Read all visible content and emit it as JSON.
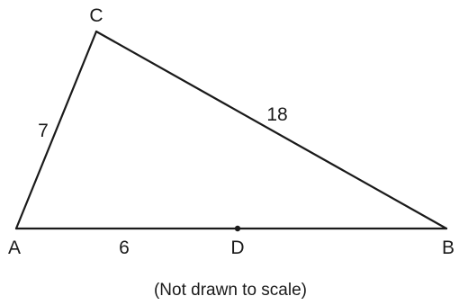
{
  "vertices": {
    "A": "A",
    "B": "B",
    "C": "C",
    "D": "D"
  },
  "side_lengths": {
    "AC": "7",
    "CB": "18",
    "AD": "6"
  },
  "caption": "(Not drawn to scale)",
  "colors": {
    "stroke": "#1a1a1a",
    "background": "#ffffff"
  }
}
